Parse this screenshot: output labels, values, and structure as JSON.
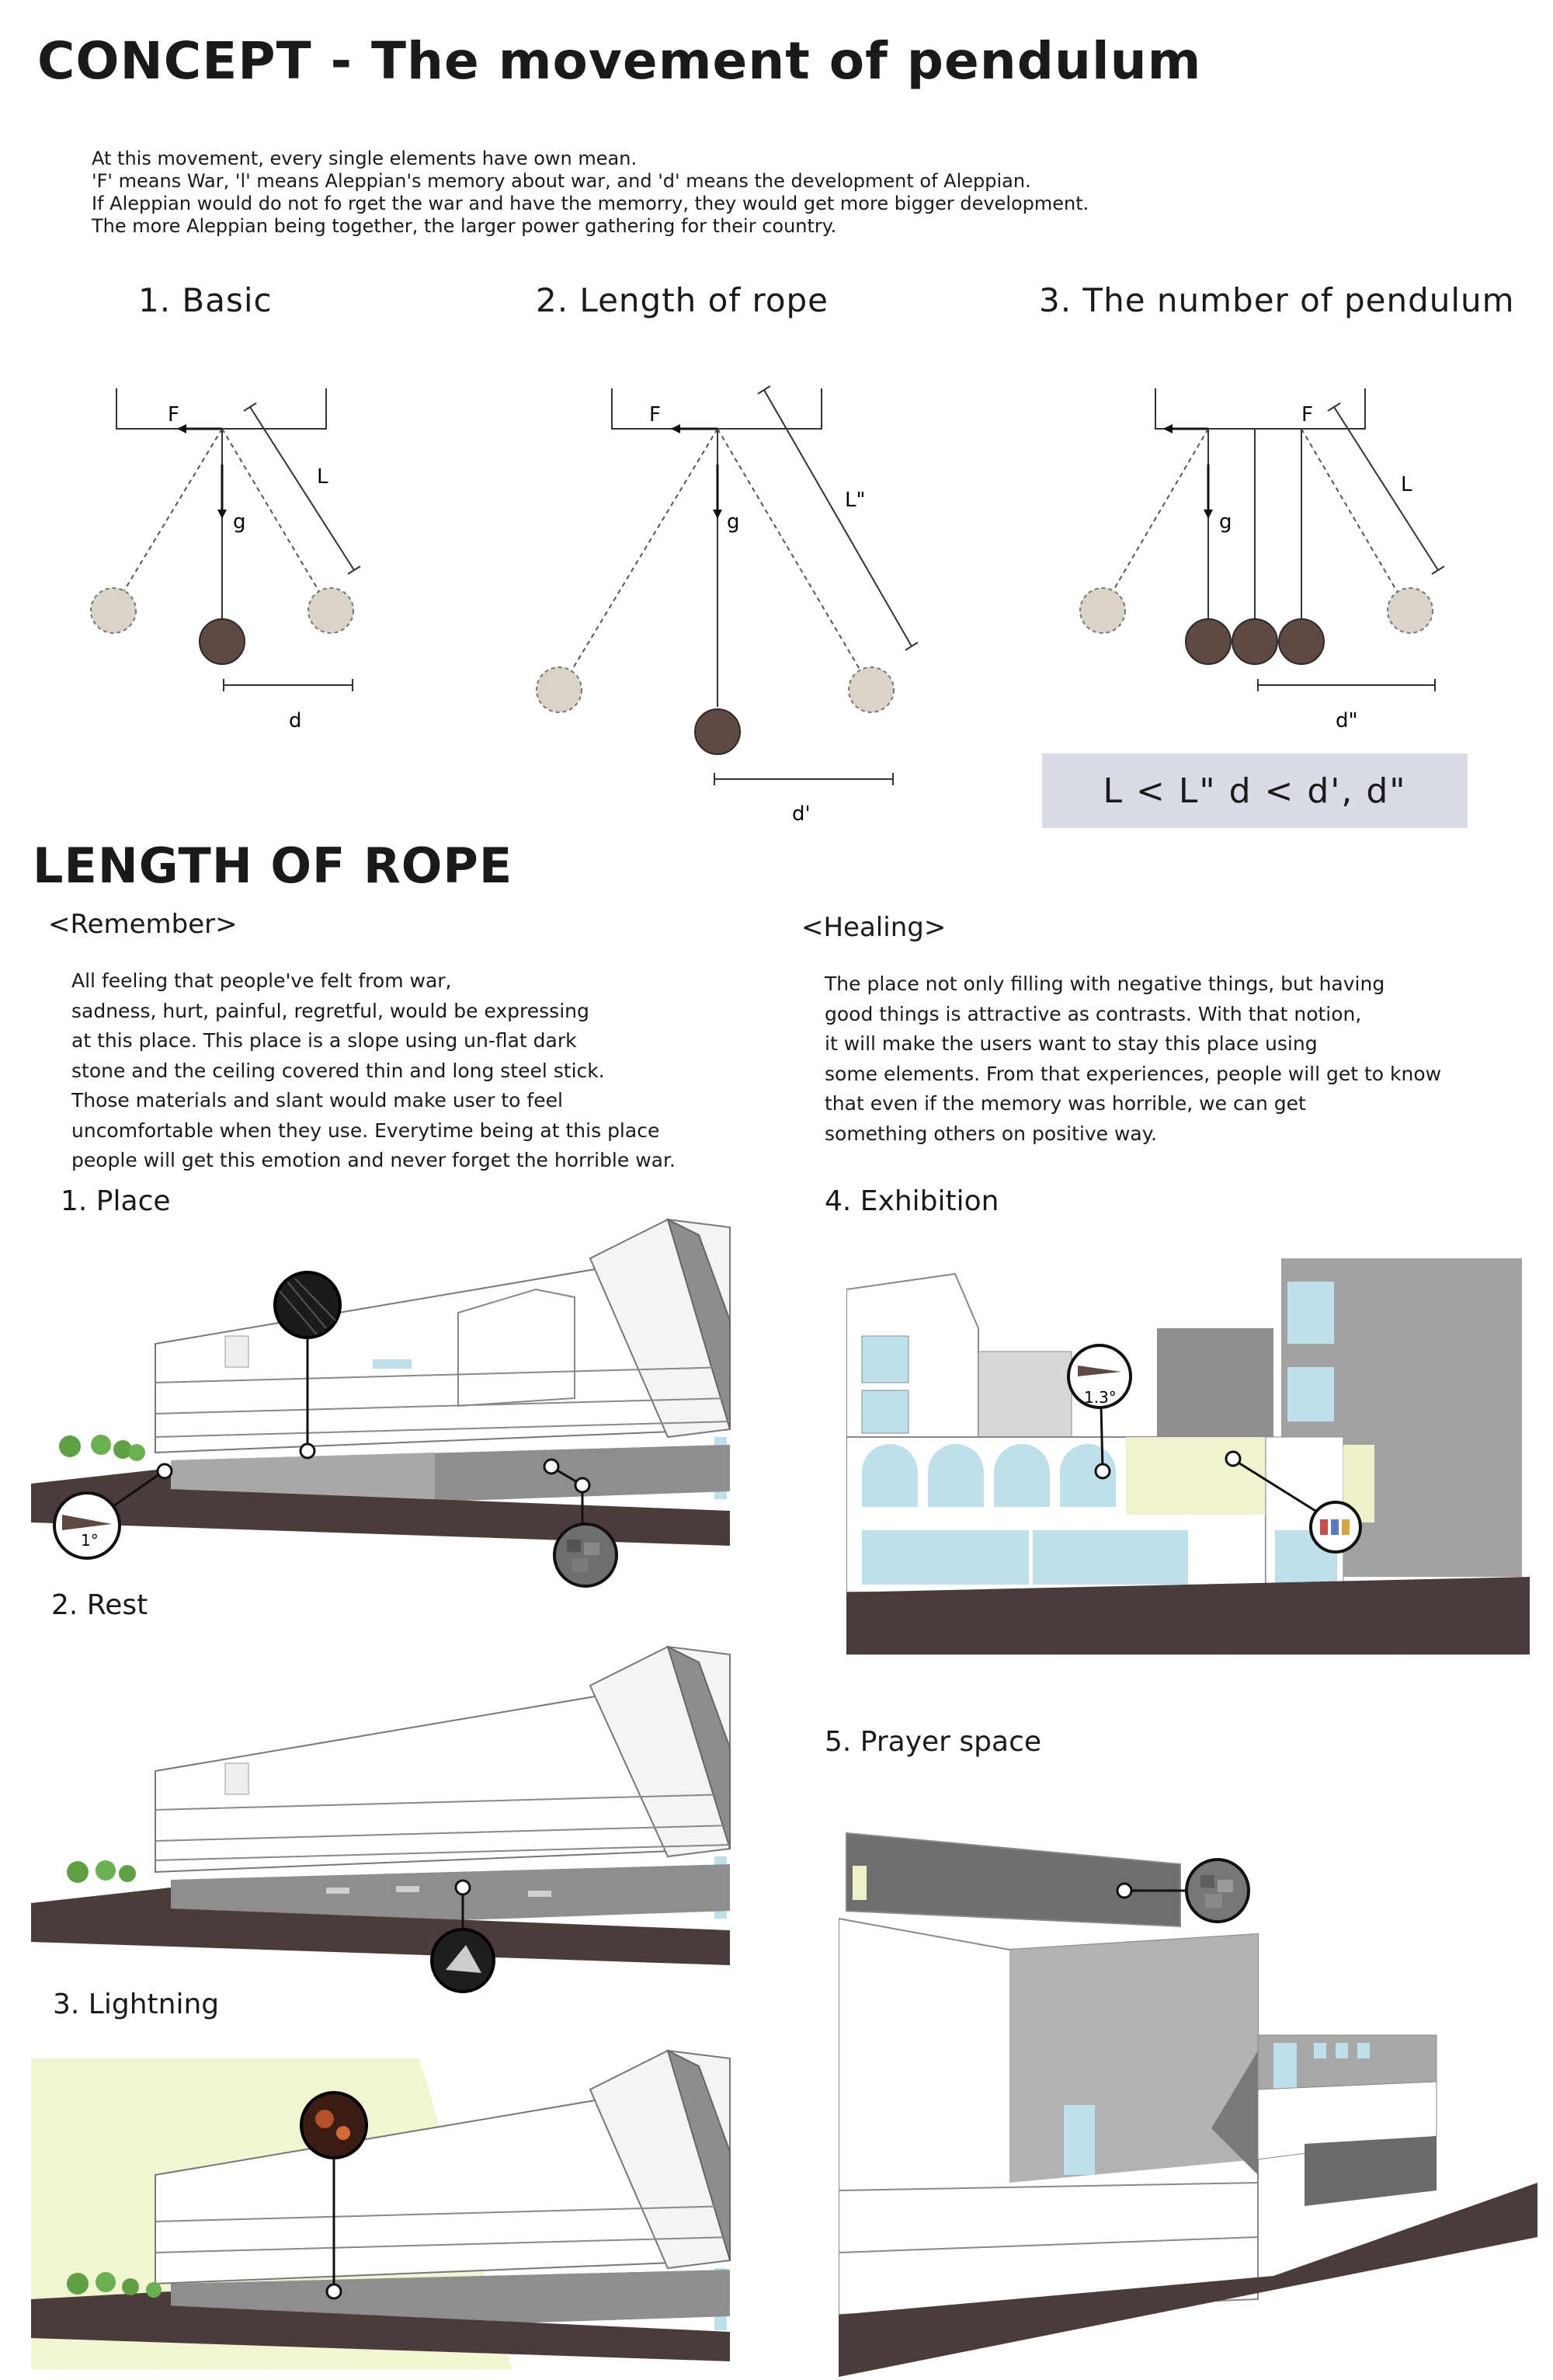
{
  "title": "CONCEPT - The movement of pendulum",
  "intro": [
    "At this movement, every single elements have own mean.",
    "'F' means War, 'l' means Aleppian's memory about war, and 'd' means the development of Aleppian.",
    "If Aleppian would do not fo rget the war and have the memorry, they would get more bigger development.",
    "The more Aleppian being together, the larger power gathering for their country."
  ],
  "diagrams": [
    {
      "title": "1. Basic",
      "force": "F",
      "gravity": "g",
      "length": "L",
      "distance": "d"
    },
    {
      "title": "2. Length of rope",
      "force": "F",
      "gravity": "g",
      "length": "L\"",
      "distance": "d'"
    },
    {
      "title": "3. The number of pendulum",
      "force": "F",
      "gravity": "g",
      "length": "L",
      "distance": "d\""
    }
  ],
  "formula": "L < L\"    d < d', d\"",
  "section_title": "LENGTH OF ROPE",
  "remember": {
    "title": "<Remember>",
    "lines": [
      "All feeling that people've felt from war,",
      "sadness, hurt, painful, regretful, would be expressing",
      "at this place. This place is a slope using un-flat dark",
      "stone and the ceiling covered thin and long steel stick.",
      "Those materials and slant would make user to feel",
      "uncomfortable when they use. Everytime being at this place",
      "people will get this emotion and never forget the horrible war."
    ]
  },
  "healing": {
    "title": "<Healing>",
    "lines": [
      "The place not only filling with negative things, but having",
      "good things is attractive as contrasts. With that notion,",
      "it will make the users want to stay this place using",
      "some elements. From that experiences, people will get to know",
      "that even if the memory was horrible, we can get",
      "something others on positive way."
    ]
  },
  "panels": {
    "place": {
      "label": "1. Place",
      "slope": "1°"
    },
    "rest": {
      "label": "2. Rest"
    },
    "lighting": {
      "label": "3. Lightning"
    },
    "exhibition": {
      "label": "4. Exhibition",
      "slope": "1.3°"
    },
    "prayer": {
      "label": "5. Prayer space"
    }
  },
  "colors": {
    "ball_dark": "#5e4a43",
    "ball_light": "#d9d4c7",
    "ground": "#4a3c3a",
    "glass": "#bde0ea",
    "formula_bg": "#d9dce4",
    "light_rays": "#eef2c6"
  }
}
